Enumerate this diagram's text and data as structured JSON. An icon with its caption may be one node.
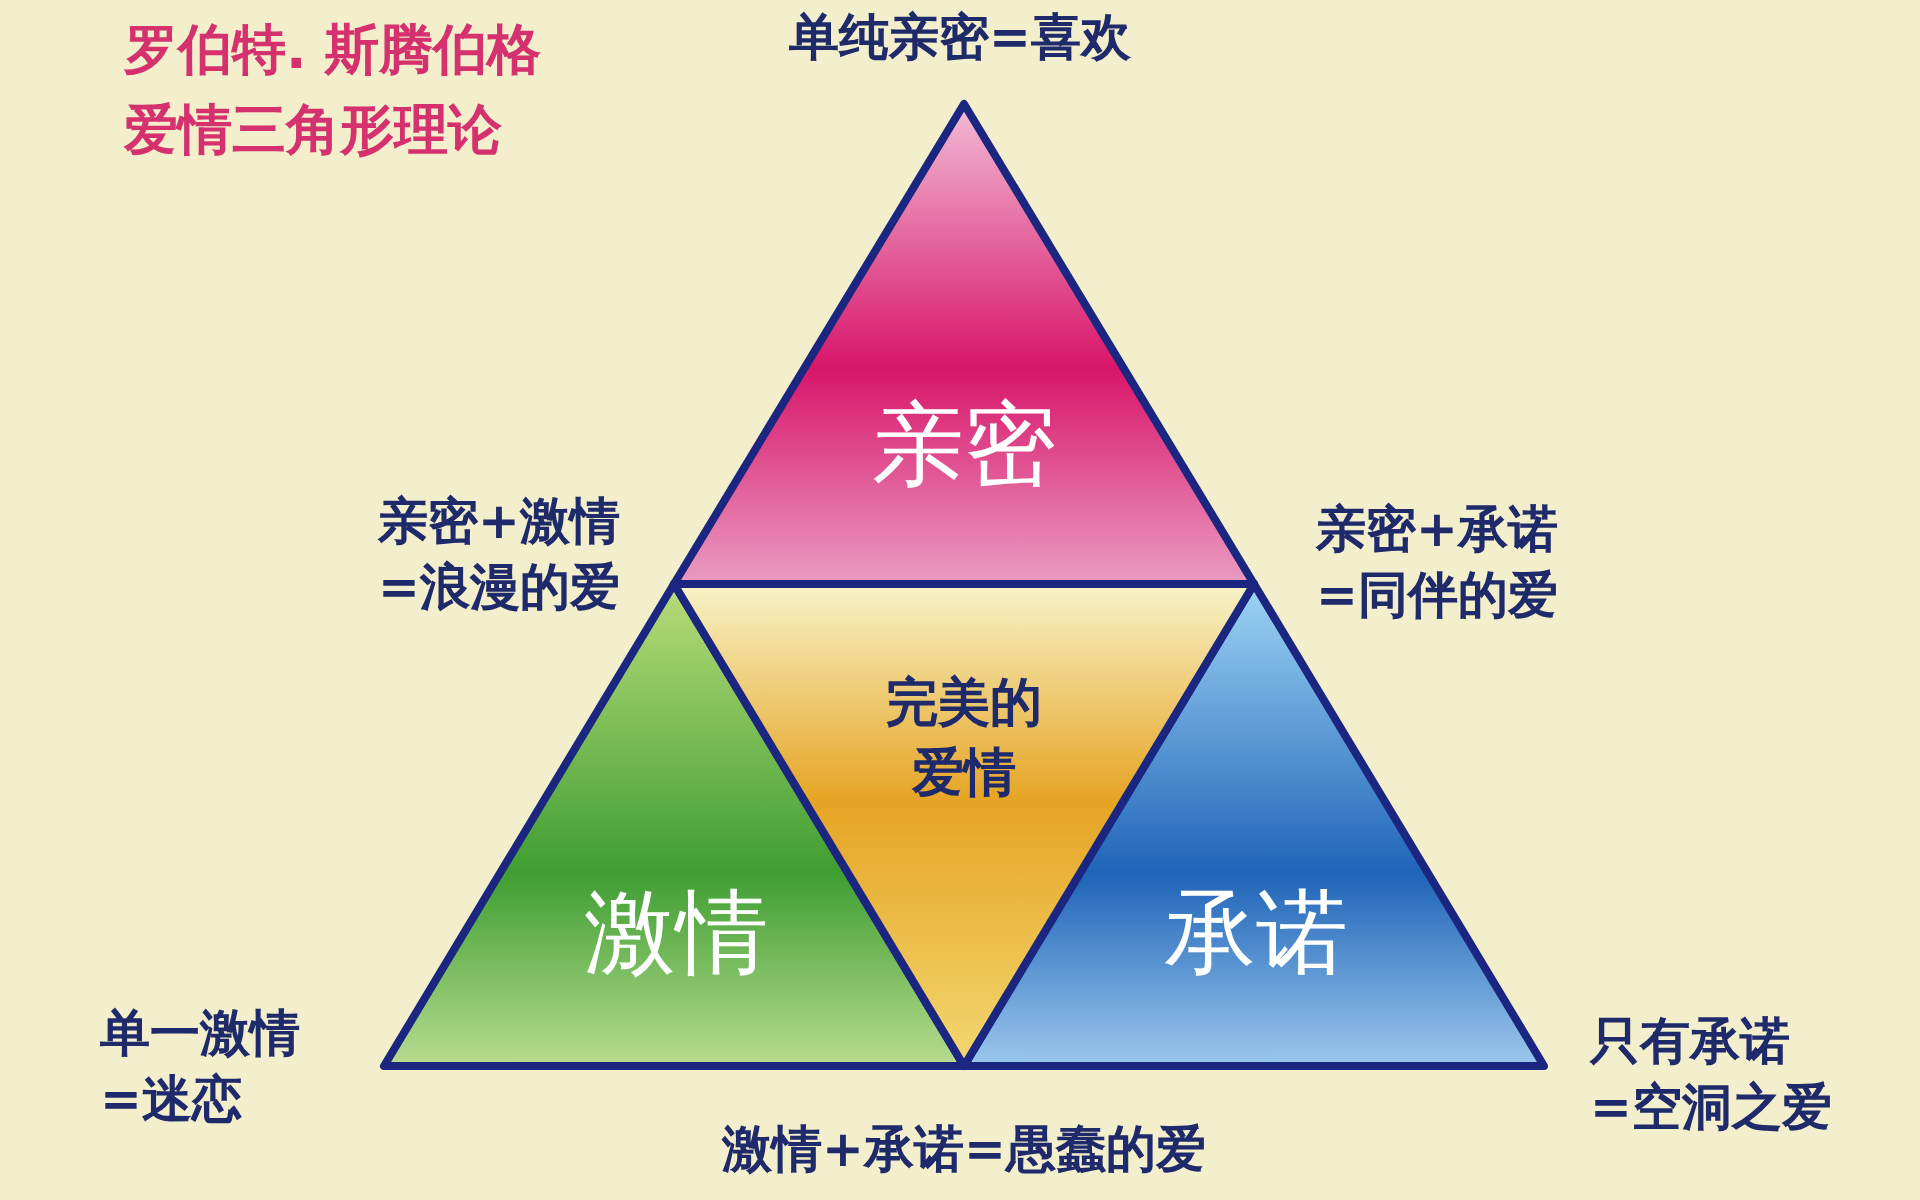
{
  "diagram": {
    "title": "罗伯特. 斯腾伯格爱情三角形理论",
    "nodes": [
      {
        "text": [
          "亲密"
        ],
        "beside": [
          "单纯亲密=喜欢"
        ]
      },
      {
        "text": [
          "激情"
        ],
        "beside": [
          "单一激情=迷恋"
        ]
      },
      {
        "text": [
          "承诺"
        ],
        "beside": [
          "只有承诺=空洞之爱"
        ]
      },
      {
        "text": [
          "完美的爱情"
        ]
      }
    ],
    "labels": [
      "亲密+激情=浪漫的爱",
      "亲密+承诺=同伴的爱",
      "激情+承诺=愚蠢的爱"
    ]
  }
}
